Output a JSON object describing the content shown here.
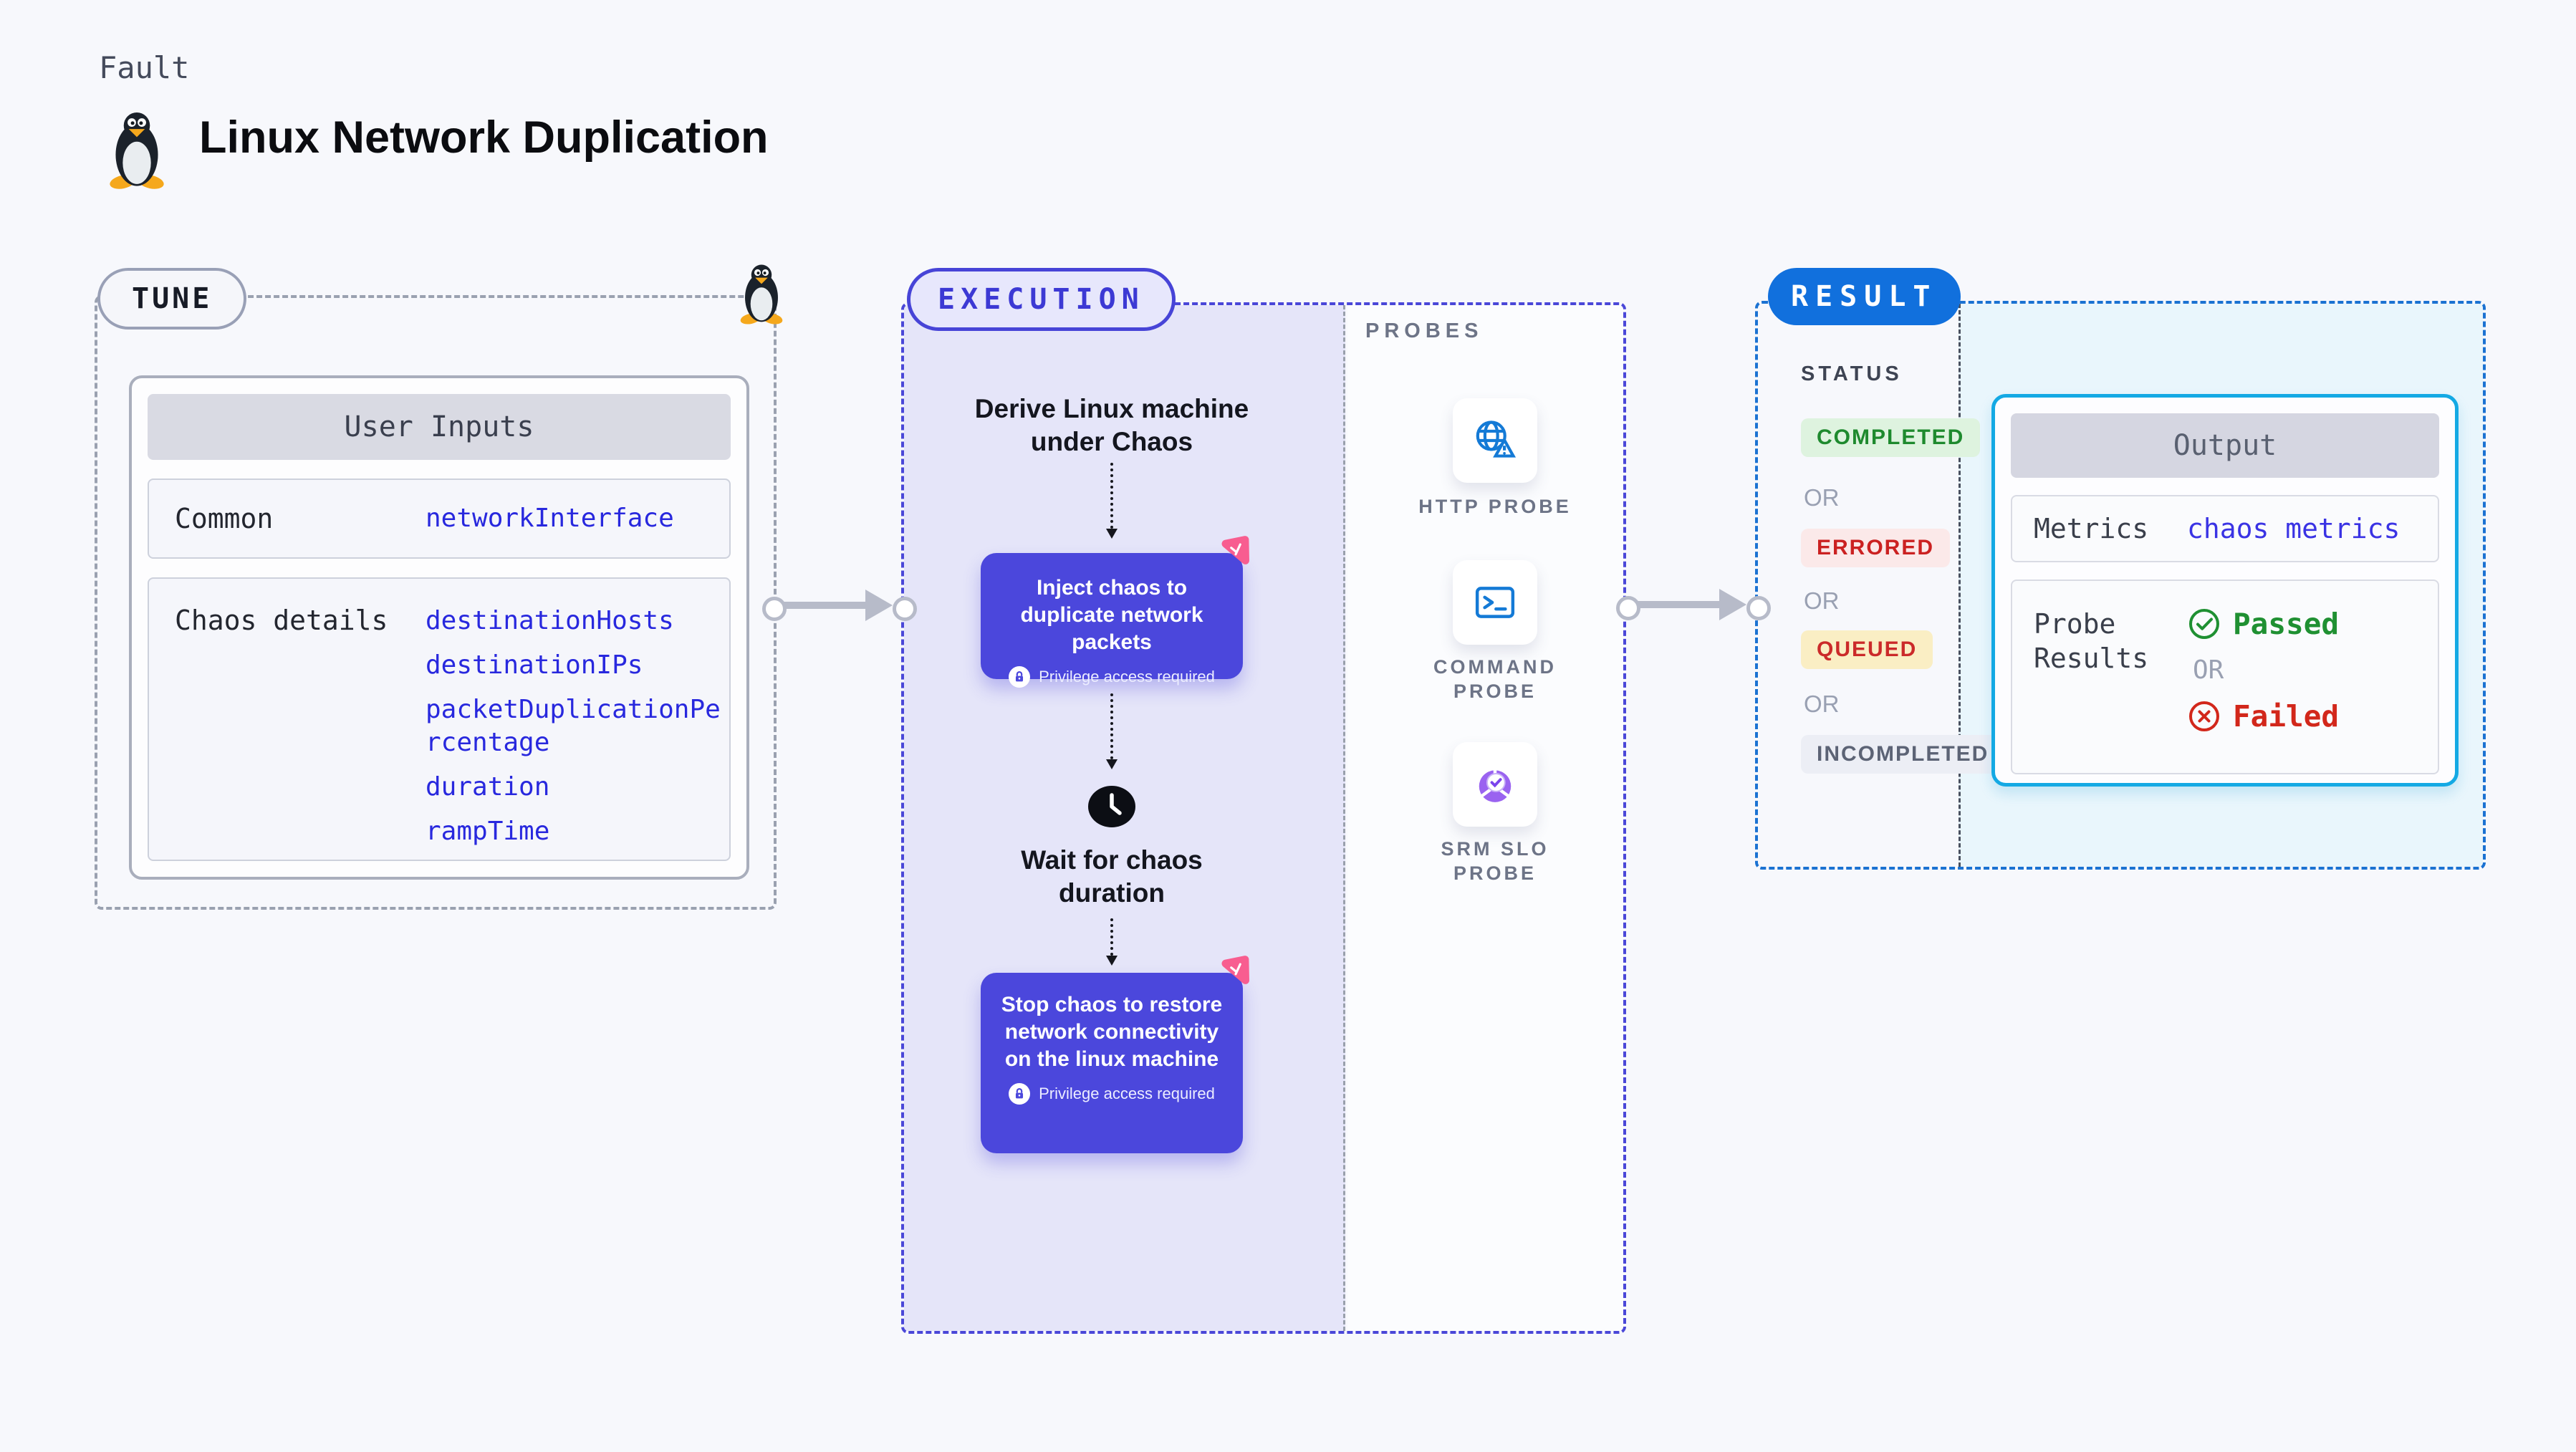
{
  "header": {
    "category": "Fault",
    "title": "Linux Network Duplication",
    "platform_icon": "tux-penguin-icon"
  },
  "tune": {
    "badge": "TUNE",
    "table": {
      "header": "User Inputs",
      "rows": [
        {
          "label": "Common",
          "values": [
            "networkInterface"
          ]
        },
        {
          "label": "Chaos details",
          "values": [
            "destinationHosts",
            "destinationIPs",
            "packetDuplicationPercentage",
            "duration",
            "rampTime"
          ]
        }
      ]
    }
  },
  "execution": {
    "badge": "EXECUTION",
    "steps": {
      "derive": "Derive Linux machine under Chaos",
      "inject": "Inject chaos to duplicate network packets",
      "wait": "Wait for chaos duration",
      "stop": "Stop chaos to restore network connectivity on the linux machine"
    },
    "privilege_note": "Privilege access required"
  },
  "probes": {
    "label": "PROBES",
    "items": [
      {
        "label": "HTTP PROBE",
        "icon": "globe-alert-icon"
      },
      {
        "label": "COMMAND PROBE",
        "icon": "terminal-icon"
      },
      {
        "label": "SRM SLO PROBE",
        "icon": "pie-check-icon"
      }
    ]
  },
  "result": {
    "badge": "RESULT",
    "status_heading": "STATUS",
    "separator": "OR",
    "statuses": [
      {
        "label": "COMPLETED",
        "text_color": "#1e8a2e",
        "bg_color": "#def3df"
      },
      {
        "label": "ERRORED",
        "text_color": "#cb2121",
        "bg_color": "#fbe9e9"
      },
      {
        "label": "QUEUED",
        "text_color": "#cb2a2a",
        "bg_color": "#faeec4"
      },
      {
        "label": "INCOMPLETED",
        "text_color": "#5c6375",
        "bg_color": "#eceef5"
      }
    ],
    "output": {
      "header": "Output",
      "metrics_label": "Metrics",
      "metrics_value": "chaos metrics",
      "probe_results_label": "Probe Results",
      "passed_label": "Passed",
      "failed_label": "Failed",
      "separator": "OR",
      "passed_color": "#1f9032",
      "failed_color": "#d2271b"
    }
  },
  "colors": {
    "page_bg": "#f7f8fc",
    "execution_accent": "#4744d7",
    "execution_lane_bg": "#e5e5f9",
    "chaos_step_box": "#4b47dc",
    "chaos_brand_pink": "#f85d90",
    "result_accent": "#1170dd",
    "result_panel_bg": "#e9f6fc",
    "output_border": "#14a9e4",
    "input_value_text": "#2828de",
    "probe_icon_blue": "#147ad6",
    "probe_icon_purple": "#9a63f0",
    "arrow_gray": "#b7bbc9"
  }
}
